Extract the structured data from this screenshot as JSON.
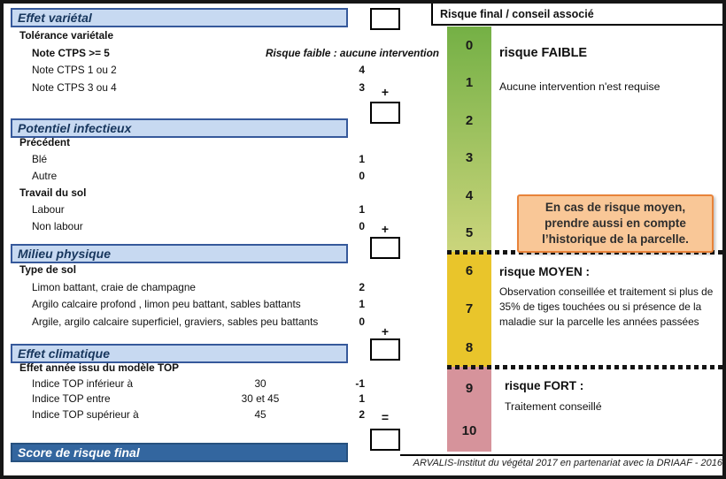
{
  "left_panel": {
    "sections": [
      {
        "title": "Effet variétal",
        "rows": [
          {
            "label": "Tolérance variétale"
          },
          {
            "label": "Note CTPS >= 5",
            "note": "Risque faible : aucune intervention"
          },
          {
            "label": "Note CTPS 1 ou 2",
            "value": "4"
          },
          {
            "label": "Note CTPS 3 ou 4",
            "value": "3"
          }
        ]
      },
      {
        "title": "Potentiel infectieux",
        "rows": [
          {
            "label": "Précédent"
          },
          {
            "label": "Blé",
            "value": "1"
          },
          {
            "label": "Autre",
            "value": "0"
          },
          {
            "label": "Travail du sol"
          },
          {
            "label": "Labour",
            "value": "1"
          },
          {
            "label": "Non labour",
            "value": "0"
          }
        ]
      },
      {
        "title": "Milieu physique",
        "rows": [
          {
            "label": "Type de sol"
          },
          {
            "label": "Limon  battant, craie de champagne",
            "value": "2"
          },
          {
            "label": "Argilo calcaire profond , limon peu battant, sables battants",
            "value": "1"
          },
          {
            "label": "Argile, argilo calcaire superficiel, graviers, sables peu battants",
            "value": "0"
          }
        ]
      },
      {
        "title": "Effet climatique",
        "rows": [
          {
            "label": "Effet année issu du modèle TOP"
          },
          {
            "label": "Indice TOP inférieur à",
            "mid": "30",
            "value": "-1"
          },
          {
            "label": "Indice TOP entre",
            "mid": "30 et 45",
            "value": "1"
          },
          {
            "label": "Indice TOP supérieur à",
            "mid": "45",
            "value": "2"
          }
        ]
      }
    ],
    "final_title": "Score de risque final",
    "operators": {
      "plus": "+",
      "equals": "="
    }
  },
  "right_panel": {
    "title": "Risque final /  conseil associé",
    "scale": {
      "numbers": [
        "0",
        "1",
        "2",
        "3",
        "4",
        "5",
        "6",
        "7",
        "8",
        "9",
        "10"
      ]
    },
    "labels": {
      "low_title": "risque FAIBLE",
      "low_text": "Aucune intervention n'est requise",
      "mid_title": "risque MOYEN :",
      "mid_text": "Observation conseillée et traitement si plus de 35% de tiges touchées ou si présence de la maladie sur la parcelle les années passées",
      "high_title": "risque FORT :",
      "high_text": "Traitement conseillé"
    },
    "callout": "En cas de risque moyen, prendre aussi en compte l’historique de la parcelle.",
    "footer": "ARVALIS-Institut du végétal 2017 en partenariat avec la DRIAAF - 2016"
  },
  "colors": {
    "section_header_bg": "#c7d9f1",
    "section_header_border": "#36599b",
    "section_header_text": "#17365d",
    "final_header_bg": "#33669f",
    "scale_green_top": "#74b045",
    "scale_green_bottom": "#cbd57c",
    "scale_yellow": "#e9c52b",
    "scale_pink": "#d6939b",
    "callout_bg": "#f9c797",
    "callout_border": "#e8833a"
  }
}
